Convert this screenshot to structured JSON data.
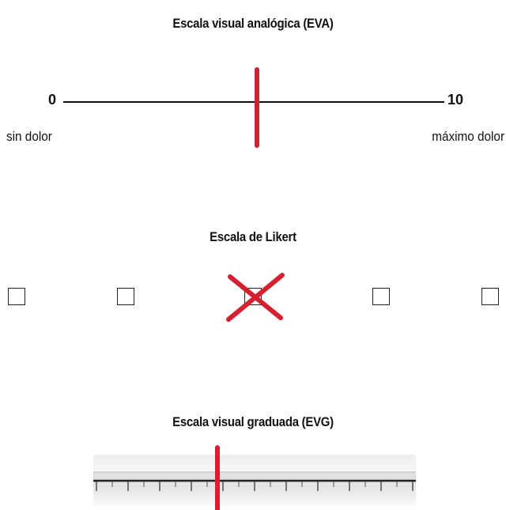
{
  "eva": {
    "title": "Escala visual analógica (EVA)",
    "min_value": "0",
    "max_value": "10",
    "min_label": "sin dolor",
    "max_label": "máximo dolor",
    "marker_color": "#d42030",
    "marker_level": 0.5
  },
  "likert": {
    "title": "Escala de Likert",
    "option_count": 5,
    "selected_index": 2,
    "mark_color": "#d42030"
  },
  "evg": {
    "title": "Escala visual graduada (EVG)",
    "marker_color": "#d42030",
    "marker_level": 0.38
  }
}
